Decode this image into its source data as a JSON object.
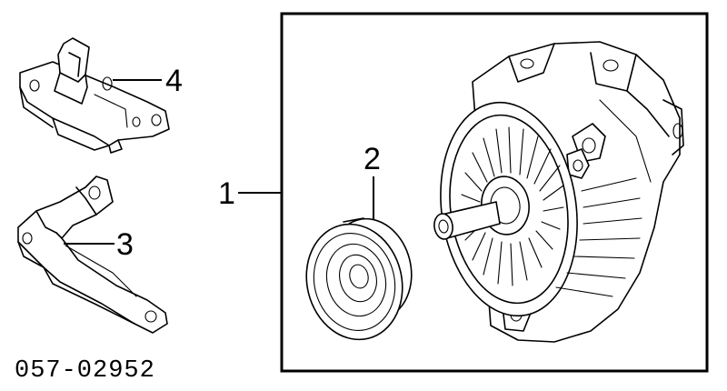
{
  "callouts": {
    "c1": "1",
    "c2": "2",
    "c3": "3",
    "c4": "4"
  },
  "diagram_code": "057-02952",
  "parts": {
    "p1": "alternator-assembly",
    "p2": "pulley",
    "p3": "lower-bracket",
    "p4": "upper-bracket"
  }
}
